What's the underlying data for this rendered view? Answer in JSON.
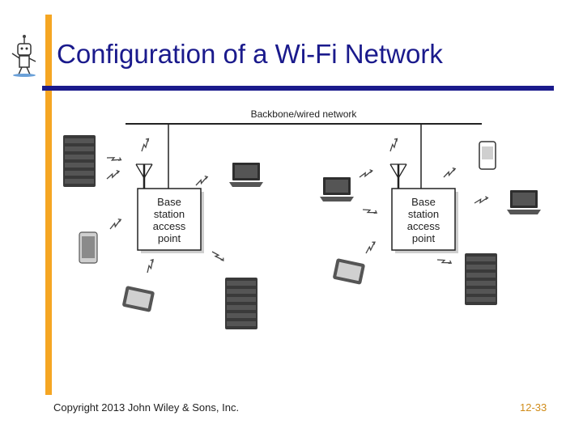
{
  "slide": {
    "title": "Configuration of a Wi-Fi Network",
    "copyright": "Copyright 2013 John Wiley & Sons, Inc.",
    "page_number": "12-33",
    "accent_orange": "#f5a623",
    "accent_navy": "#1a1a8c"
  },
  "diagram": {
    "backbone_label": "Backbone/wired network",
    "access_point_left": {
      "line1": "Base",
      "line2": "station",
      "line3": "access",
      "line4": "point"
    },
    "access_point_right": {
      "line1": "Base",
      "line2": "station",
      "line3": "access",
      "line4": "point"
    }
  }
}
